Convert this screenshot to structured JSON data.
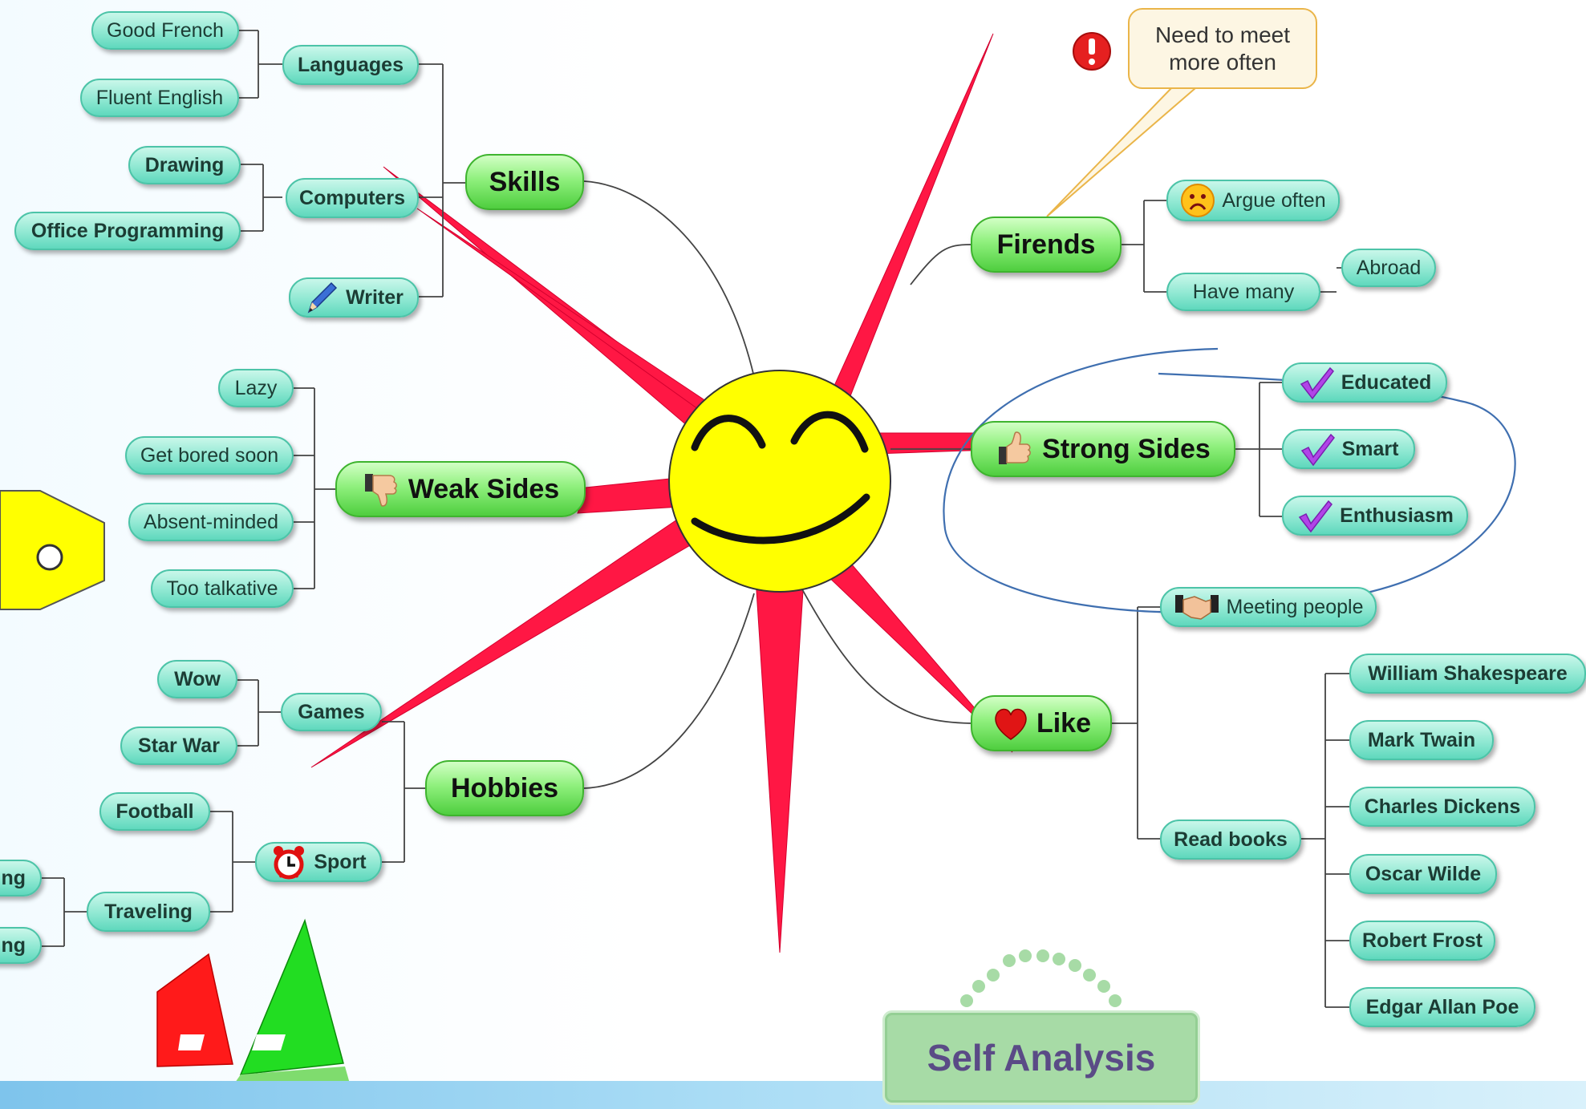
{
  "center": {
    "face": "smiley-face"
  },
  "colors": {
    "star": "#ff1744",
    "sun": "#ffff00",
    "node_teal": "#8fe8d2",
    "node_green": "#6fe35c",
    "callout_border": "#eab549",
    "title_bg": "#a7dba6",
    "title_text": "#5a4b86",
    "annotation": "#3f6fb0"
  },
  "branches": {
    "skills": {
      "label": "Skills",
      "languages": {
        "label": "Languages",
        "items": [
          "Good French",
          "Fluent English"
        ]
      },
      "computers": {
        "label": "Computers",
        "items": [
          "Drawing",
          "Office Programming"
        ]
      },
      "writer": {
        "label": "Writer",
        "icon": "pencil-icon"
      }
    },
    "weak_sides": {
      "label": "Weak Sides",
      "icon": "thumbs-down-icon",
      "items": [
        "Lazy",
        "Get bored soon",
        "Absent-minded",
        "Too talkative"
      ]
    },
    "hobbies": {
      "label": "Hobbies",
      "games": {
        "label": "Games",
        "items": [
          "Wow",
          "Star War"
        ]
      },
      "sport": {
        "label": "Sport",
        "icon": "alarm-clock-icon",
        "football": "Football",
        "traveling": "Traveling",
        "partial": [
          "ing",
          "ng"
        ]
      }
    },
    "friends": {
      "label": "Firends",
      "argue": {
        "label": "Argue often",
        "icon": "sad-face-icon"
      },
      "have_many": "Have many",
      "abroad": "Abroad",
      "callout": [
        "Need to meet",
        "more often"
      ],
      "callout_icon": "exclamation-icon"
    },
    "strong_sides": {
      "label": "Strong Sides",
      "icon": "thumbs-up-icon",
      "items": [
        "Educated",
        "Smart",
        "Enthusiasm"
      ],
      "item_icon": "checkmark-icon"
    },
    "like": {
      "label": "Like",
      "icon": "heart-icon",
      "meeting": {
        "label": "Meeting people",
        "icon": "handshake-icon"
      },
      "read_books": "Read books",
      "authors": [
        "William Shakespeare",
        "Mark Twain",
        "Charles Dickens",
        "Oscar Wilde",
        "Robert Frost",
        "Edgar Allan Poe"
      ]
    }
  },
  "title": "Self Analysis",
  "decorations": [
    "sailboat-red-icon",
    "sailboat-green-icon",
    "yellow-tag-icon"
  ]
}
